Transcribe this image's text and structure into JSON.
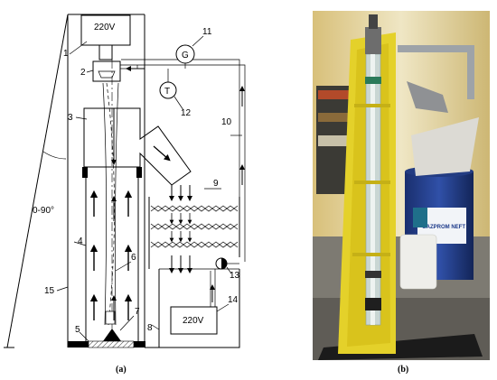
{
  "diagram": {
    "power_top": "220V",
    "power_bottom": "220V",
    "generator_symbol": "G",
    "thermometer_symbol": "T",
    "angle_label": "0-90°",
    "part_numbers": [
      "1",
      "2",
      "3",
      "4",
      "5",
      "6",
      "7",
      "8",
      "9",
      "10",
      "11",
      "12",
      "13",
      "14",
      "15"
    ]
  },
  "captions": {
    "left": "(a)",
    "right": "(b)"
  },
  "photo": {
    "drum_label": "GAZPROM NEFT"
  }
}
